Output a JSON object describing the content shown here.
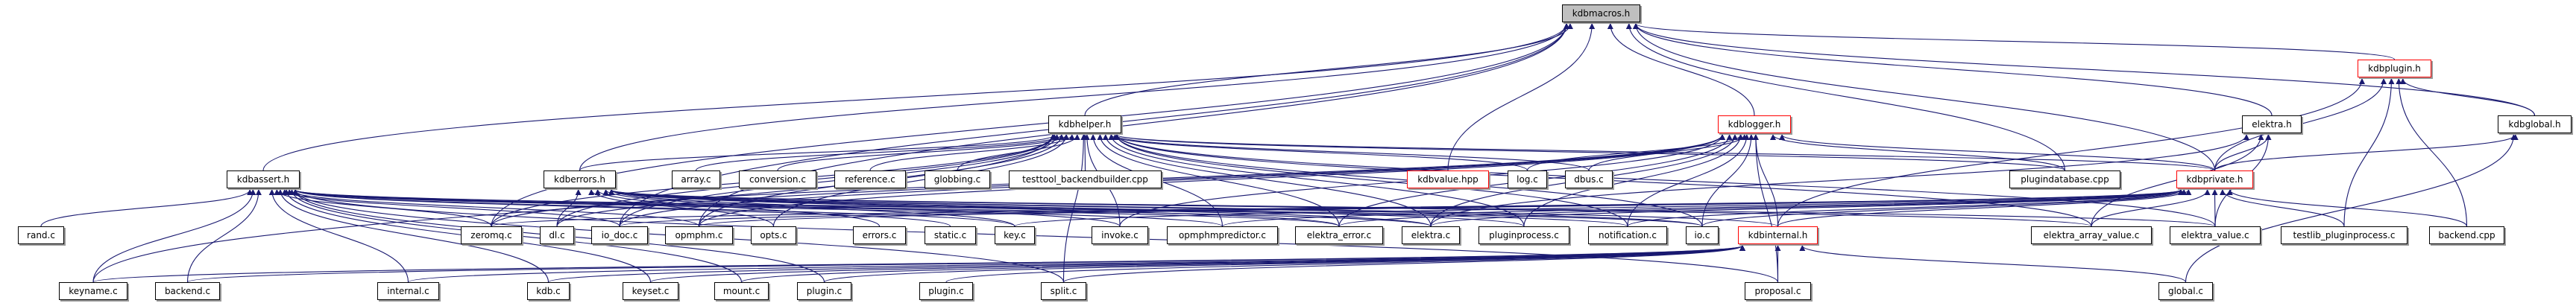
{
  "colors": {
    "edge": "#191970",
    "truncated_border": "#ff0000",
    "root_fill": "#bfbfbf",
    "node_border": "#000000"
  },
  "nodes": {
    "macros": {
      "label": "kdbmacros.h",
      "style": "root"
    },
    "helper": {
      "label": "kdbhelper.h"
    },
    "logger": {
      "label": "kdblogger.h",
      "style": "red"
    },
    "elektra_h": {
      "label": "elektra.h"
    },
    "global_h": {
      "label": "kdbglobal.h"
    },
    "plugin_h": {
      "label": "kdbplugin.h",
      "style": "red"
    },
    "assert": {
      "label": "kdbassert.h"
    },
    "errors_h": {
      "label": "kdberrors.h"
    },
    "array": {
      "label": "array.c"
    },
    "conversion": {
      "label": "conversion.c"
    },
    "reference": {
      "label": "reference.c"
    },
    "globbing": {
      "label": "globbing.c"
    },
    "testtool": {
      "label": "testtool_backendbuilder.cpp"
    },
    "value_hpp": {
      "label": "kdbvalue.hpp",
      "style": "red"
    },
    "log": {
      "label": "log.c"
    },
    "dbus": {
      "label": "dbus.c"
    },
    "plugindatabase": {
      "label": "plugindatabase.cpp"
    },
    "private": {
      "label": "kdbprivate.h",
      "style": "red"
    },
    "rand": {
      "label": "rand.c"
    },
    "zeromq": {
      "label": "zeromq.c"
    },
    "dl": {
      "label": "dl.c"
    },
    "io_doc": {
      "label": "io_doc.c"
    },
    "opmphm": {
      "label": "opmphm.c"
    },
    "opts": {
      "label": "opts.c"
    },
    "errors_c": {
      "label": "errors.c"
    },
    "static": {
      "label": "static.c"
    },
    "key": {
      "label": "key.c"
    },
    "invoke": {
      "label": "invoke.c"
    },
    "predictor": {
      "label": "opmphmpredictor.c"
    },
    "elektra_error": {
      "label": "elektra_error.c"
    },
    "elektra_c": {
      "label": "elektra.c"
    },
    "pluginprocess": {
      "label": "pluginprocess.c"
    },
    "notification": {
      "label": "notification.c"
    },
    "io": {
      "label": "io.c"
    },
    "internal_h": {
      "label": "kdbinternal.h",
      "style": "red"
    },
    "array_value": {
      "label": "elektra_array_value.c"
    },
    "value_c": {
      "label": "elektra_value.c"
    },
    "testlib": {
      "label": "testlib_pluginprocess.c"
    },
    "backend_cpp": {
      "label": "backend.cpp"
    },
    "keyname": {
      "label": "keyname.c"
    },
    "backend_c": {
      "label": "backend.c"
    },
    "internal_c": {
      "label": "internal.c"
    },
    "kdb": {
      "label": "kdb.c"
    },
    "keyset": {
      "label": "keyset.c"
    },
    "mount": {
      "label": "mount.c"
    },
    "plugin_c1": {
      "label": "plugin.c"
    },
    "plugin_c2": {
      "label": "plugin.c"
    },
    "split": {
      "label": "split.c"
    },
    "proposal": {
      "label": "proposal.c"
    },
    "global_c": {
      "label": "global.c"
    }
  },
  "edges": [
    [
      "assert",
      "macros"
    ],
    [
      "helper",
      "macros"
    ],
    [
      "errors_h",
      "macros"
    ],
    [
      "zeromq",
      "macros"
    ],
    [
      "io_doc",
      "macros"
    ],
    [
      "opmphm",
      "macros"
    ],
    [
      "value_hpp",
      "macros"
    ],
    [
      "logger",
      "macros"
    ],
    [
      "plugindatabase",
      "macros"
    ],
    [
      "private",
      "macros"
    ],
    [
      "elektra_h",
      "macros"
    ],
    [
      "plugin_h",
      "macros"
    ],
    [
      "global_h",
      "macros"
    ],
    [
      "errors_h",
      "helper"
    ],
    [
      "array",
      "helper"
    ],
    [
      "conversion",
      "helper"
    ],
    [
      "reference",
      "helper"
    ],
    [
      "globbing",
      "helper"
    ],
    [
      "testtool",
      "helper"
    ],
    [
      "log",
      "helper"
    ],
    [
      "dbus",
      "helper"
    ],
    [
      "plugindatabase",
      "helper"
    ],
    [
      "private",
      "helper"
    ],
    [
      "keyname",
      "helper"
    ],
    [
      "zeromq",
      "helper"
    ],
    [
      "dl",
      "helper"
    ],
    [
      "io_doc",
      "helper"
    ],
    [
      "opmphm",
      "helper"
    ],
    [
      "opts",
      "helper"
    ],
    [
      "invoke",
      "helper"
    ],
    [
      "predictor",
      "helper"
    ],
    [
      "elektra_error",
      "helper"
    ],
    [
      "elektra_c",
      "helper"
    ],
    [
      "pluginprocess",
      "helper"
    ],
    [
      "notification",
      "helper"
    ],
    [
      "io",
      "helper"
    ],
    [
      "split",
      "helper"
    ],
    [
      "array_value",
      "helper"
    ],
    [
      "value_c",
      "helper"
    ],
    [
      "log",
      "logger"
    ],
    [
      "dbus",
      "logger"
    ],
    [
      "zeromq",
      "logger"
    ],
    [
      "dl",
      "logger"
    ],
    [
      "io_doc",
      "logger"
    ],
    [
      "opmphm",
      "logger"
    ],
    [
      "invoke",
      "logger"
    ],
    [
      "elektra_error",
      "logger"
    ],
    [
      "elektra_c",
      "logger"
    ],
    [
      "pluginprocess",
      "logger"
    ],
    [
      "notification",
      "logger"
    ],
    [
      "io",
      "logger"
    ],
    [
      "internal_h",
      "logger"
    ],
    [
      "plugindatabase",
      "logger"
    ],
    [
      "proposal",
      "logger"
    ],
    [
      "private",
      "logger"
    ],
    [
      "rand",
      "assert"
    ],
    [
      "zeromq",
      "assert"
    ],
    [
      "io_doc",
      "assert"
    ],
    [
      "opmphm",
      "assert"
    ],
    [
      "keyname",
      "assert"
    ],
    [
      "backend_c",
      "assert"
    ],
    [
      "internal_c",
      "assert"
    ],
    [
      "kdb",
      "assert"
    ],
    [
      "keyset",
      "assert"
    ],
    [
      "mount",
      "assert"
    ],
    [
      "plugin_c1",
      "assert"
    ],
    [
      "split",
      "assert"
    ],
    [
      "proposal",
      "assert"
    ],
    [
      "predictor",
      "assert"
    ],
    [
      "elektra_error",
      "assert"
    ],
    [
      "elektra_c",
      "assert"
    ],
    [
      "notification",
      "assert"
    ],
    [
      "io",
      "assert"
    ],
    [
      "static",
      "assert"
    ],
    [
      "key",
      "assert"
    ],
    [
      "dl",
      "errors_h"
    ],
    [
      "opts",
      "errors_h"
    ],
    [
      "errors_c",
      "errors_h"
    ],
    [
      "invoke",
      "errors_h"
    ],
    [
      "elektra_error",
      "errors_h"
    ],
    [
      "elektra_c",
      "errors_h"
    ],
    [
      "pluginprocess",
      "errors_h"
    ],
    [
      "io",
      "errors_h"
    ],
    [
      "array_value",
      "errors_h"
    ],
    [
      "value_c",
      "errors_h"
    ],
    [
      "internal_h",
      "errors_h"
    ],
    [
      "key",
      "errors_h"
    ],
    [
      "zeromq",
      "private"
    ],
    [
      "opmphm",
      "private"
    ],
    [
      "key",
      "private"
    ],
    [
      "io_doc",
      "private"
    ],
    [
      "predictor",
      "private"
    ],
    [
      "elektra_error",
      "private"
    ],
    [
      "elektra_c",
      "private"
    ],
    [
      "notification",
      "private"
    ],
    [
      "io",
      "private"
    ],
    [
      "internal_h",
      "private"
    ],
    [
      "array_value",
      "private"
    ],
    [
      "value_c",
      "private"
    ],
    [
      "testlib",
      "private"
    ],
    [
      "backend_cpp",
      "private"
    ],
    [
      "private",
      "elektra_h"
    ],
    [
      "array_value",
      "elektra_h"
    ],
    [
      "value_c",
      "elektra_h"
    ],
    [
      "elektra_c",
      "elektra_h"
    ],
    [
      "private",
      "plugin_h"
    ],
    [
      "global_h",
      "plugin_h"
    ],
    [
      "internal_h",
      "plugin_h"
    ],
    [
      "testlib",
      "plugin_h"
    ],
    [
      "backend_cpp",
      "plugin_h"
    ],
    [
      "private",
      "global_h"
    ],
    [
      "global_c",
      "global_h"
    ],
    [
      "keyname",
      "internal_h"
    ],
    [
      "backend_c",
      "internal_h"
    ],
    [
      "internal_c",
      "internal_h"
    ],
    [
      "kdb",
      "internal_h"
    ],
    [
      "keyset",
      "internal_h"
    ],
    [
      "mount",
      "internal_h"
    ],
    [
      "plugin_c1",
      "internal_h"
    ],
    [
      "plugin_c2",
      "internal_h"
    ],
    [
      "split",
      "internal_h"
    ],
    [
      "proposal",
      "internal_h"
    ],
    [
      "global_c",
      "internal_h"
    ]
  ]
}
